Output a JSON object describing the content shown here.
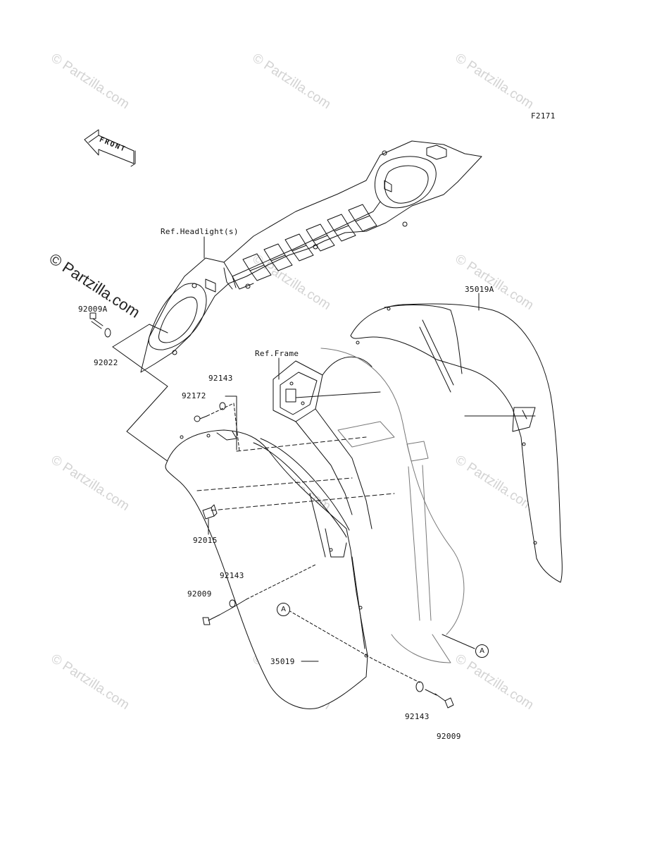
{
  "watermark": "© Partzilla.com",
  "diagram_code": "F2171",
  "front_arrow": "FRONT",
  "refs": {
    "headlight": "Ref.Headlight(s)",
    "frame": "Ref.Frame"
  },
  "callouts": {
    "circle_marker": "A"
  },
  "parts": [
    {
      "id": "p92009a",
      "label": "92009A"
    },
    {
      "id": "p92022",
      "label": "92022"
    },
    {
      "id": "p92143a",
      "label": "92143"
    },
    {
      "id": "p92172",
      "label": "92172"
    },
    {
      "id": "p92015",
      "label": "92015"
    },
    {
      "id": "p92143b",
      "label": "92143"
    },
    {
      "id": "p92009b",
      "label": "92009"
    },
    {
      "id": "p35019",
      "label": "35019"
    },
    {
      "id": "p35019a",
      "label": "35019A"
    },
    {
      "id": "p92143c",
      "label": "92143"
    },
    {
      "id": "p92009c",
      "label": "92009"
    }
  ],
  "colors": {
    "line": "#111111",
    "watermark": "#d3d3d3"
  }
}
